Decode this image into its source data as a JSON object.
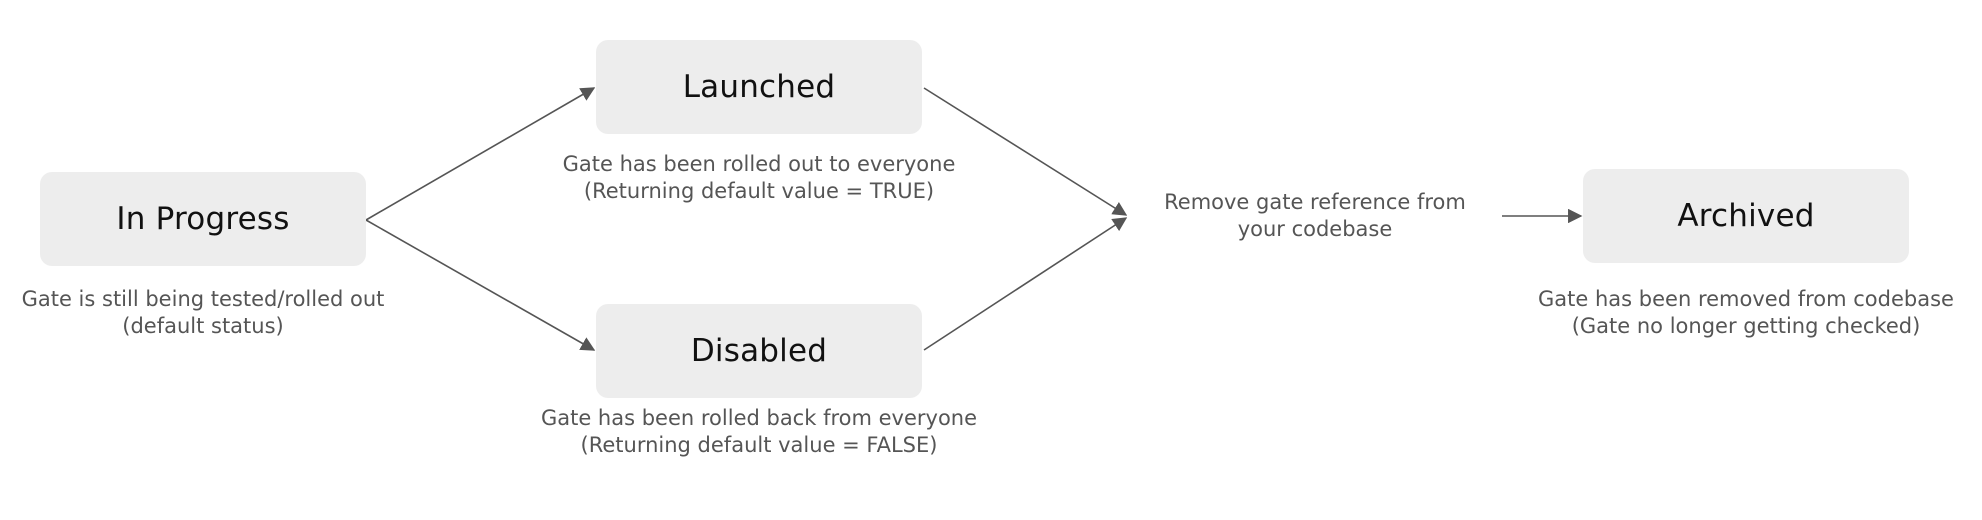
{
  "colors": {
    "node_fill": "#ededed",
    "node_text": "#111111",
    "description_text": "#555555",
    "arrow": "#555555"
  },
  "nodes": {
    "in_progress": {
      "label": "In Progress",
      "description": [
        "Gate is still being tested/rolled out",
        "(default status)"
      ]
    },
    "launched": {
      "label": "Launched",
      "description": [
        "Gate has been rolled out to everyone",
        "(Returning default value = TRUE)"
      ]
    },
    "disabled": {
      "label": "Disabled",
      "description": [
        "Gate has been rolled back from everyone",
        "(Returning default value = FALSE)"
      ]
    },
    "archived": {
      "label": "Archived",
      "description": [
        "Gate has been removed from codebase",
        "(Gate no longer getting checked)"
      ]
    }
  },
  "step": {
    "text": [
      "Remove gate reference from",
      "your codebase"
    ]
  }
}
